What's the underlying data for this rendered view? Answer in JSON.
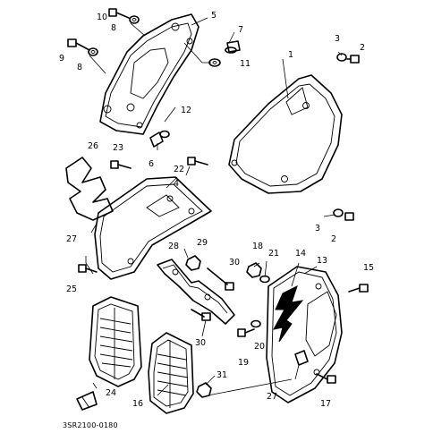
{
  "labels": {
    "p1": "1",
    "p2a": "2",
    "p2b": "2",
    "p3a": "3",
    "p3b": "3",
    "p4": "4",
    "p5": "5",
    "p6": "6",
    "p7": "7",
    "p8a": "8",
    "p8b": "8",
    "p9": "9",
    "p10": "10",
    "p11": "11",
    "p12": "12",
    "p13": "13",
    "p14": "14",
    "p15": "15",
    "p16": "16",
    "p17": "17",
    "p18": "18",
    "p19": "19",
    "p20": "20",
    "p21": "21",
    "p22": "22",
    "p23": "23",
    "p24": "24",
    "p25": "25",
    "p26": "26",
    "p27a": "27",
    "p27b": "27",
    "p28": "28",
    "p29": "29",
    "p30a": "30",
    "p30b": "30",
    "p31": "31"
  },
  "footer": {
    "diagram_code": "3SR2100-0180"
  }
}
